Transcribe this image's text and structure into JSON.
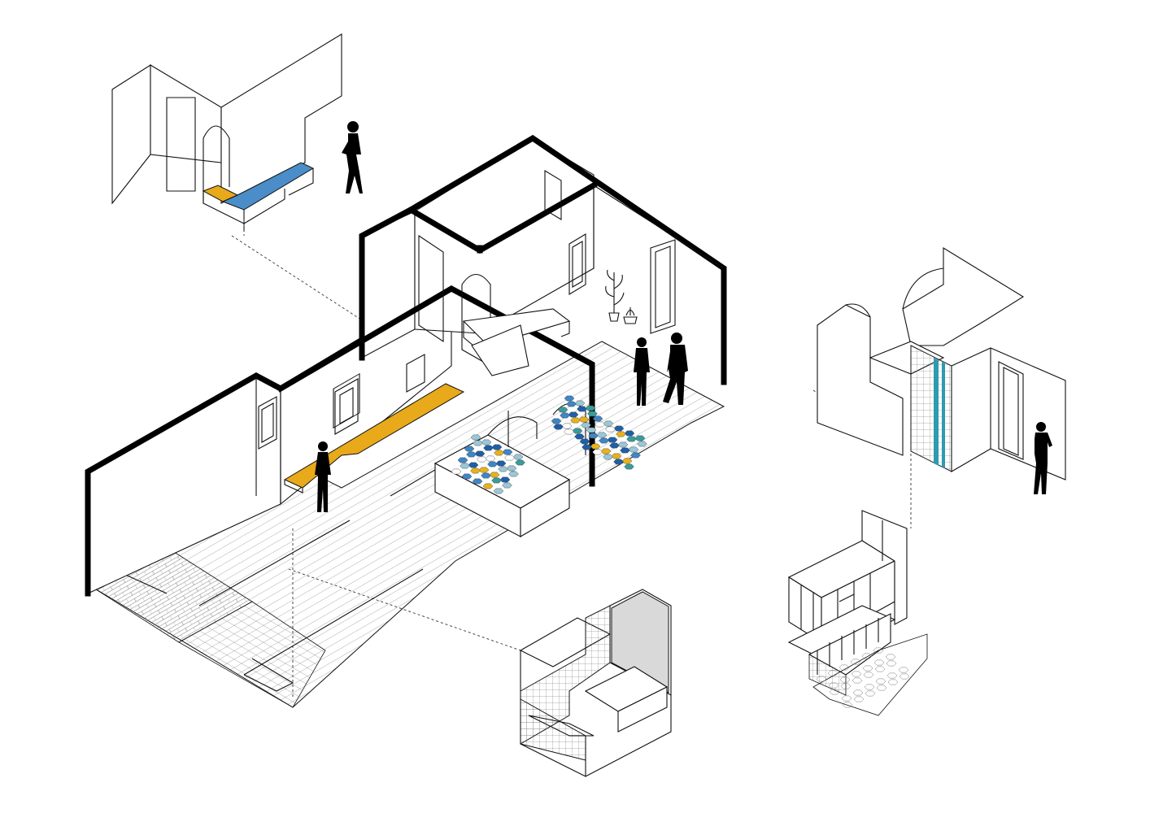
{
  "diagram": {
    "type": "axonometric-interior-drawing",
    "colors": {
      "line": "#111111",
      "wall_cut": "#000000",
      "bench_yellow": "#E8A91A",
      "bench_blue": "#4A8DC8",
      "tile_dark_blue": "#1F5FA8",
      "tile_mid_blue": "#3E86C6",
      "tile_teal": "#3A9C9A",
      "tile_yellow": "#E8B21C",
      "tile_light": "#9BC7D6",
      "stripe_teal": "#2E9BAF",
      "concrete_grey": "#D9D9D9"
    },
    "icons": [
      "person-silhouette",
      "potted-plant"
    ]
  }
}
